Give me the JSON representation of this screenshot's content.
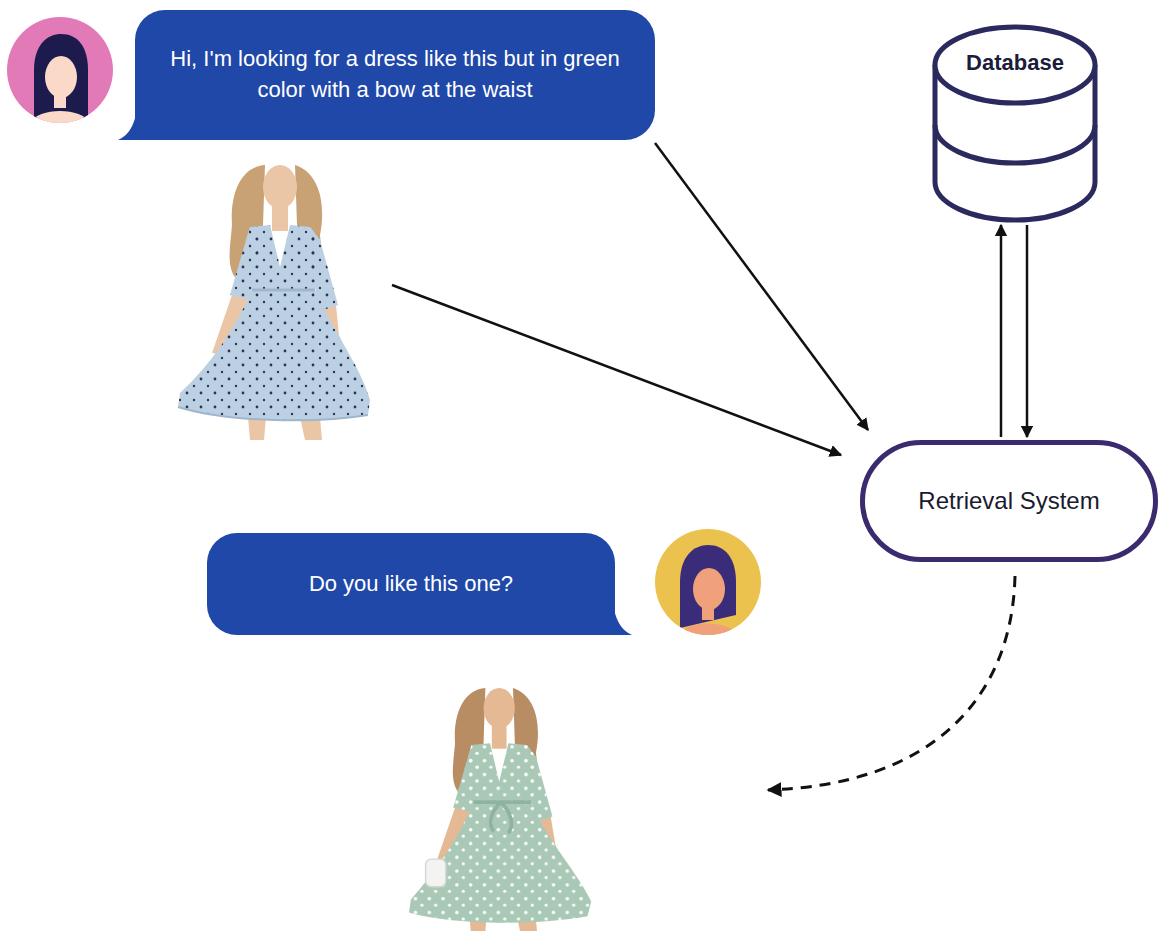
{
  "diagram": {
    "nodes": [
      {
        "text": [
          "Hi, I'm looking for a dress like this but in green color with a bow at the waist"
        ]
      },
      {
        "text": [
          "Database"
        ]
      },
      {
        "text": [
          "Retrieval System"
        ]
      },
      {
        "text": [
          "Do you like this one?"
        ]
      }
    ],
    "edges": [
      {
        "from": 0,
        "to": 2,
        "arrow": "to"
      },
      {
        "from": 2,
        "to": 1,
        "arrow": "to"
      },
      {
        "from": 1,
        "to": 2,
        "arrow": "to"
      }
    ]
  }
}
